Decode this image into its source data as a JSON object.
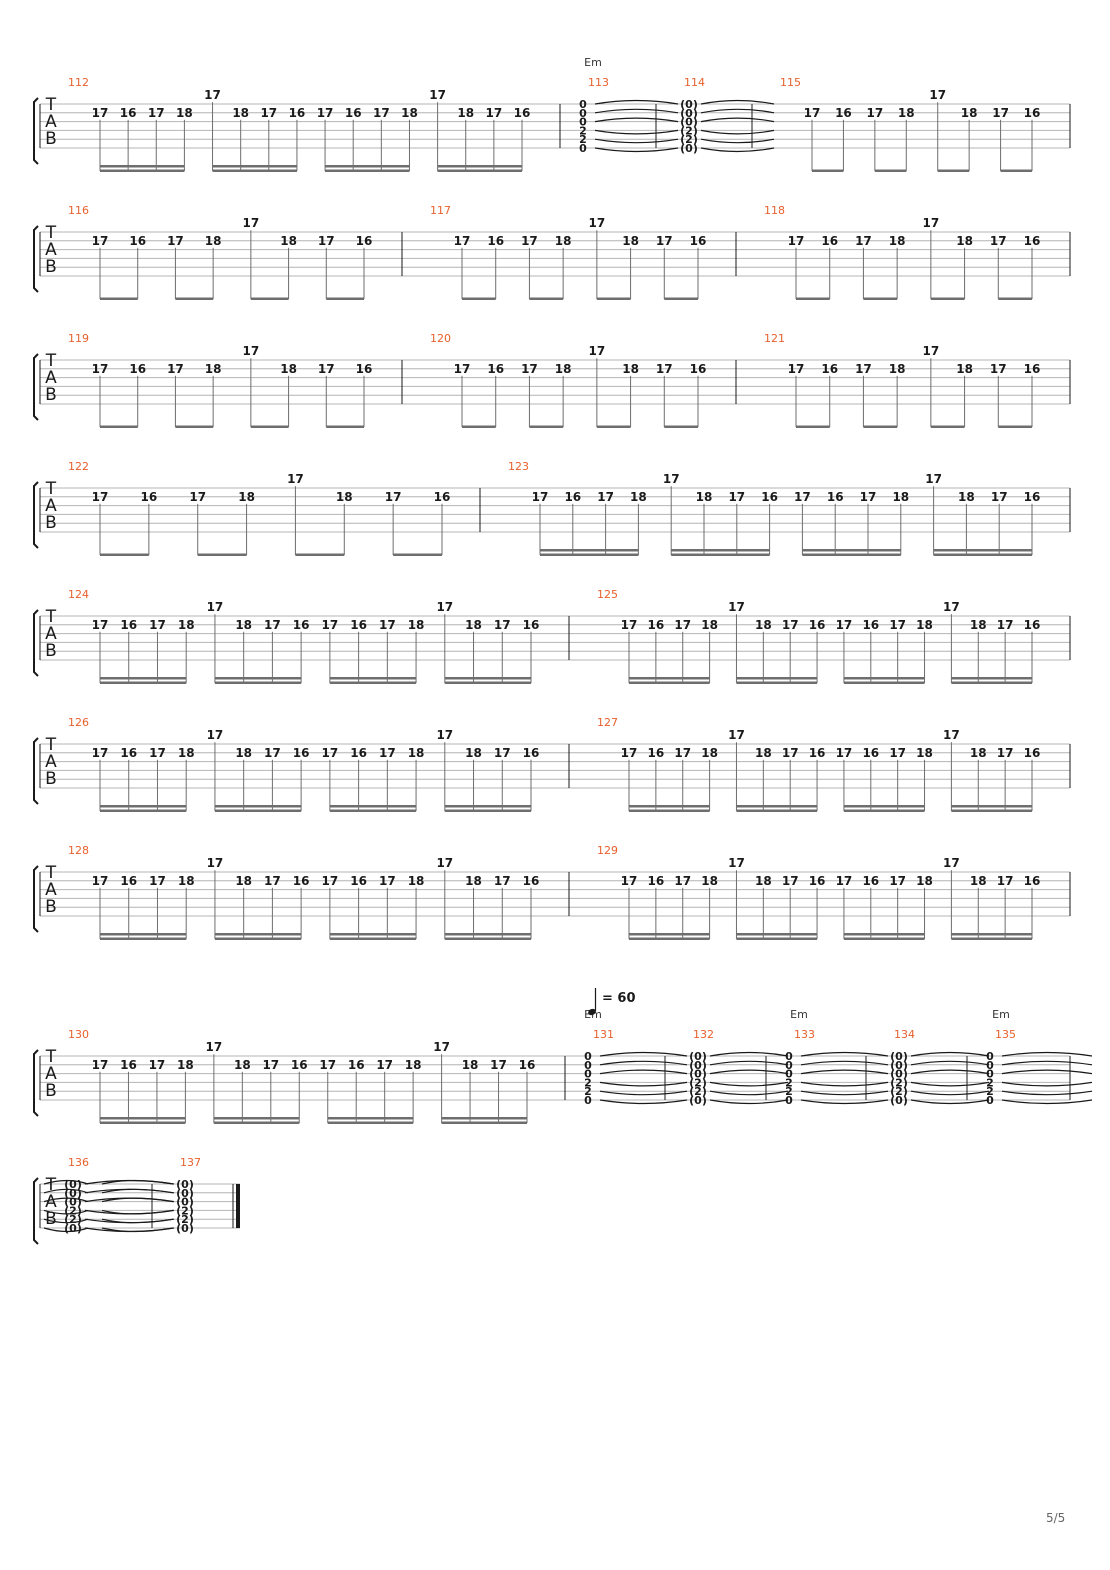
{
  "page": {
    "number": "5/5"
  },
  "tab_clef": [
    "T",
    "A",
    "B"
  ],
  "colors": {
    "bar_number": "#e8602c",
    "ink": "#1a1a1a",
    "staff_line": "#b4b4b4",
    "beam": "#6e6e6e",
    "chord": "#333333"
  },
  "tempo": {
    "symbol": "quarter-note",
    "value": "= 60"
  },
  "chords": [
    "Em",
    "Em",
    "Em",
    "Em"
  ],
  "riff_a": [
    "17",
    "16",
    "17",
    "18",
    "17",
    "18",
    "17",
    "16"
  ],
  "em_chord_open": [
    "0",
    "0",
    "0",
    "2",
    "2",
    "0"
  ],
  "em_chord_tied": [
    "(0)",
    "(0)",
    "(0)",
    "(2)",
    "(2)",
    "(0)"
  ],
  "systems": [
    {
      "bars": [
        {
          "number": "112",
          "content": "riff16x2"
        },
        {
          "number": "113",
          "content": "chord"
        },
        {
          "number": "114",
          "content": "tied"
        },
        {
          "number": "115",
          "content": "riff8"
        }
      ]
    },
    {
      "bars": [
        {
          "number": "116",
          "content": "riff8"
        },
        {
          "number": "117",
          "content": "riff8"
        },
        {
          "number": "118",
          "content": "riff8"
        }
      ]
    },
    {
      "bars": [
        {
          "number": "119",
          "content": "riff8"
        },
        {
          "number": "120",
          "content": "riff8"
        },
        {
          "number": "121",
          "content": "riff8"
        }
      ]
    },
    {
      "bars": [
        {
          "number": "122",
          "content": "riff8"
        },
        {
          "number": "123",
          "content": "riff16x2"
        }
      ]
    },
    {
      "bars": [
        {
          "number": "124",
          "content": "riff16x2"
        },
        {
          "number": "125",
          "content": "riff16x2"
        }
      ]
    },
    {
      "bars": [
        {
          "number": "126",
          "content": "riff16x2"
        },
        {
          "number": "127",
          "content": "riff16x2"
        }
      ]
    },
    {
      "bars": [
        {
          "number": "128",
          "content": "riff16x2"
        },
        {
          "number": "129",
          "content": "riff16x2"
        }
      ]
    },
    {
      "bars": [
        {
          "number": "130",
          "content": "riff16x2"
        },
        {
          "number": "131",
          "content": "chord"
        },
        {
          "number": "132",
          "content": "tied"
        },
        {
          "number": "133",
          "content": "chord"
        },
        {
          "number": "134",
          "content": "tied"
        },
        {
          "number": "135",
          "content": "chord"
        }
      ]
    },
    {
      "bars": [
        {
          "number": "136",
          "content": "tied"
        },
        {
          "number": "137",
          "content": "tied"
        }
      ]
    }
  ]
}
